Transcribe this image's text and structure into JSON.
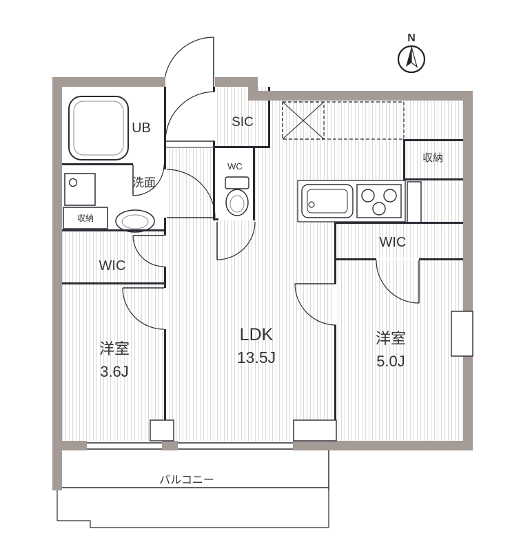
{
  "compass": {
    "label": "N"
  },
  "rooms": {
    "unit_bath": "UB",
    "washroom": "洗面",
    "storage_small": "収納",
    "wic_left": "WIC",
    "bedroom_left_name": "洋室",
    "bedroom_left_size": "3.6J",
    "sic": "SIC",
    "wc": "WC",
    "ldk_name": "LDK",
    "ldk_size": "13.5J",
    "storage_right": "収納",
    "wic_right": "WIC",
    "bedroom_right_name": "洋室",
    "bedroom_right_size": "5.0J",
    "balcony": "バルコニー"
  },
  "colors": {
    "outer_wall": "#a59b96",
    "inner_line": "#2b2b33",
    "floor_stripe": "#d9d9d9",
    "background": "#ffffff",
    "label_text": "#333338"
  }
}
